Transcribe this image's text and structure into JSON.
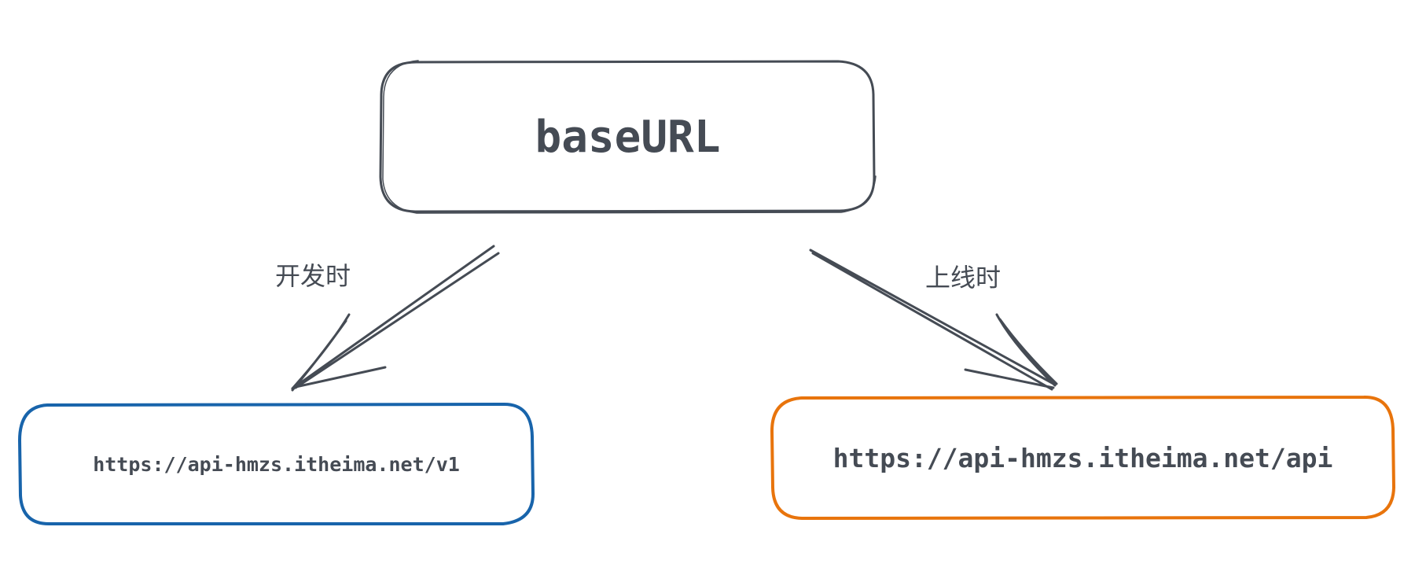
{
  "root": {
    "label": "baseURL"
  },
  "dev": {
    "edge_label": "开发时",
    "url": "https://api-hmzs.itheima.net/v1"
  },
  "prod": {
    "edge_label": "上线时",
    "url": "https://api-hmzs.itheima.net/api"
  },
  "colors": {
    "stroke": "#454b54",
    "dev": "#1864ab",
    "prod": "#e8740c"
  }
}
